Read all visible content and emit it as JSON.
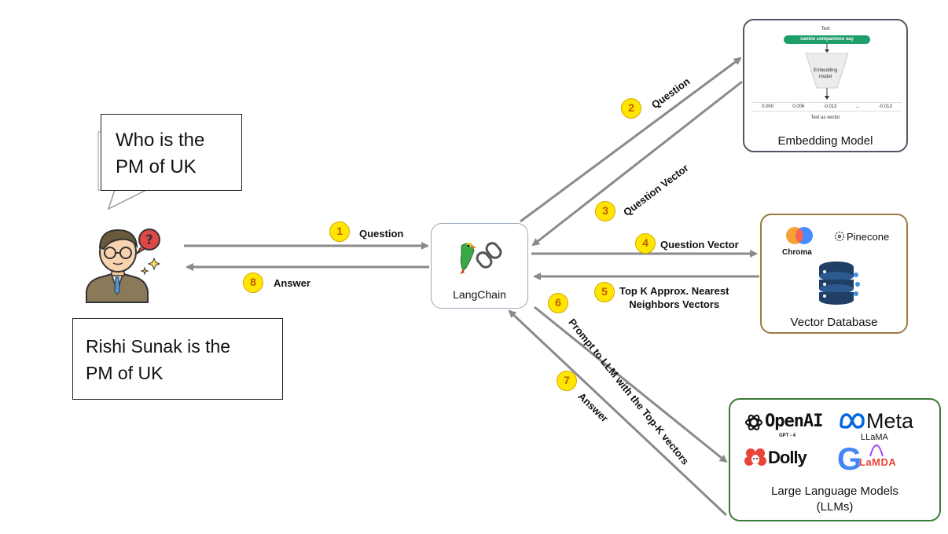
{
  "user": {
    "question_bubble": [
      "Who  is the",
      "PM of UK"
    ],
    "answer_box": [
      "Rishi Sunak  is the",
      "PM of UK"
    ]
  },
  "langchain": {
    "label": "LangChain"
  },
  "steps": [
    {
      "num": "1",
      "label": "Question"
    },
    {
      "num": "2",
      "label": "Question"
    },
    {
      "num": "3",
      "label": "Question Vector"
    },
    {
      "num": "4",
      "label": "Question Vector"
    },
    {
      "num": "5",
      "label": [
        "Top K Approx. Nearest",
        "Neighbors Vectors"
      ]
    },
    {
      "num": "6",
      "label": "Prompt to LLM with the Top-K vectors"
    },
    {
      "num": "7",
      "label": "Answer"
    },
    {
      "num": "8",
      "label": "Answer"
    }
  ],
  "embedding": {
    "caption": "Embedding Model",
    "text_label": "Text",
    "input_text": "canine companions say",
    "model_label": [
      "Embedding",
      "model"
    ],
    "vector_values": [
      "0.000",
      "0.006",
      "-0.013",
      "...",
      "-0.013"
    ],
    "output_label": "Text as vector"
  },
  "vector_db": {
    "caption": "Vector Database",
    "chroma": "Chroma",
    "pinecone": "Pinecone"
  },
  "llms": {
    "caption": [
      "Large Language Models",
      "(LLMs)"
    ],
    "openai": "OpenAI",
    "openai_sub": "GPT - 4",
    "meta": "Meta",
    "meta_sub": "LLaMA",
    "dolly": "Dolly",
    "lamda_g": "G",
    "lamda": "LaMDA"
  },
  "colors": {
    "arrow": "#8a8a8a",
    "badge": "#ffe600",
    "chroma_orange": "#f7a133",
    "chroma_blue": "#327eff",
    "meta_blue": "#0668e1",
    "dolly_red": "#e8443a"
  }
}
